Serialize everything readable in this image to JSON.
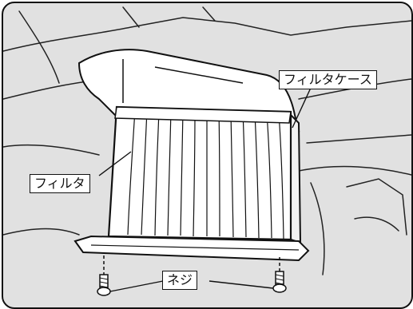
{
  "labels": {
    "filter_case": "フィルタケース",
    "filter": "フィルタ",
    "screw": "ネジ"
  },
  "colors": {
    "background": "#e1e1e1",
    "part_fill": "#ffffff",
    "line": "#111111"
  }
}
